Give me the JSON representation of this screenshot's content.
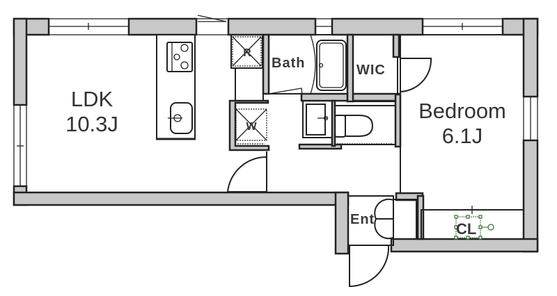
{
  "floorplan": {
    "rooms": [
      {
        "id": "ldk",
        "name": "LDK",
        "size": "10.3J"
      },
      {
        "id": "bedroom",
        "name": "Bedroom",
        "size": "6.1J"
      },
      {
        "id": "bath",
        "name": "Bath"
      },
      {
        "id": "wic",
        "name": "WIC"
      },
      {
        "id": "entrance",
        "name": "Ent"
      },
      {
        "id": "closet",
        "name": "CL"
      }
    ],
    "fixtures": {
      "fridge": "R",
      "washer": "W"
    },
    "colors": {
      "wall_fill": "#c8c8c8",
      "line": "#222222",
      "selection": "#2e6b2e"
    }
  }
}
